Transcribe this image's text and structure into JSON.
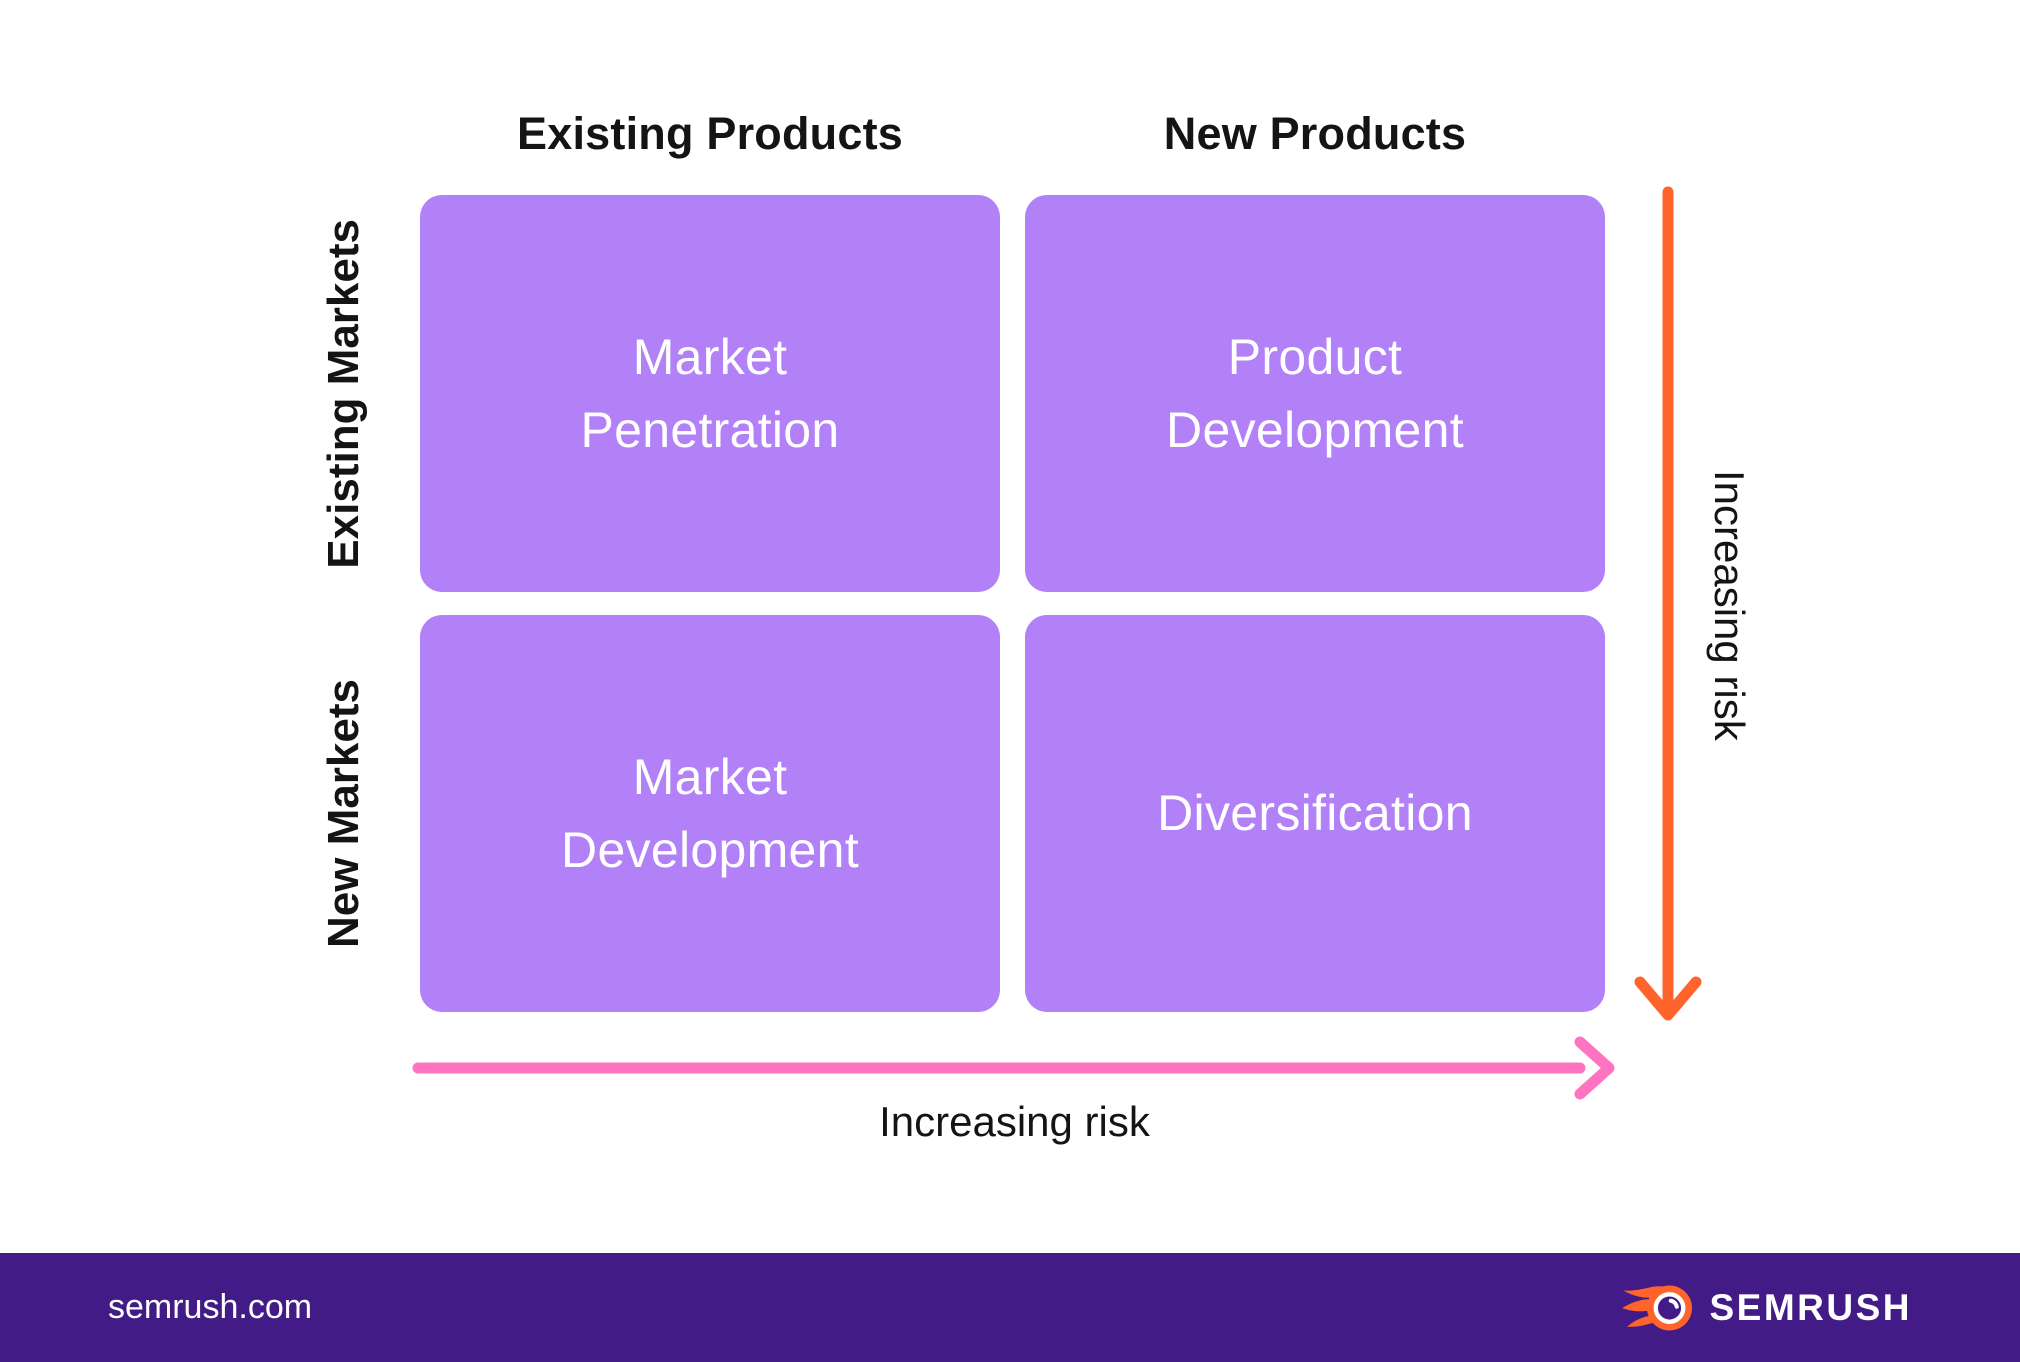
{
  "matrix": {
    "column_headers": [
      {
        "label": "Existing Products"
      },
      {
        "label": "New Products"
      }
    ],
    "row_headers": [
      {
        "label": "Existing Markets"
      },
      {
        "label": "New Markets"
      }
    ],
    "quadrants": [
      {
        "label": "Market\nPenetration"
      },
      {
        "label": "Product\nDevelopment"
      },
      {
        "label": "Market\nDevelopment"
      },
      {
        "label": "Diversification"
      }
    ]
  },
  "axes": {
    "vertical_arrow_label": "Increasing risk",
    "horizontal_arrow_label": "Increasing risk"
  },
  "footer": {
    "website": "semrush.com",
    "brand": "SEMRUSH"
  },
  "colors": {
    "quadrant_fill": "#b280f7",
    "footer_background": "#421b87",
    "vertical_arrow": "#ff642d",
    "horizontal_arrow": "#ff74c0",
    "text_dark": "#141414",
    "text_light": "#ffffff"
  }
}
